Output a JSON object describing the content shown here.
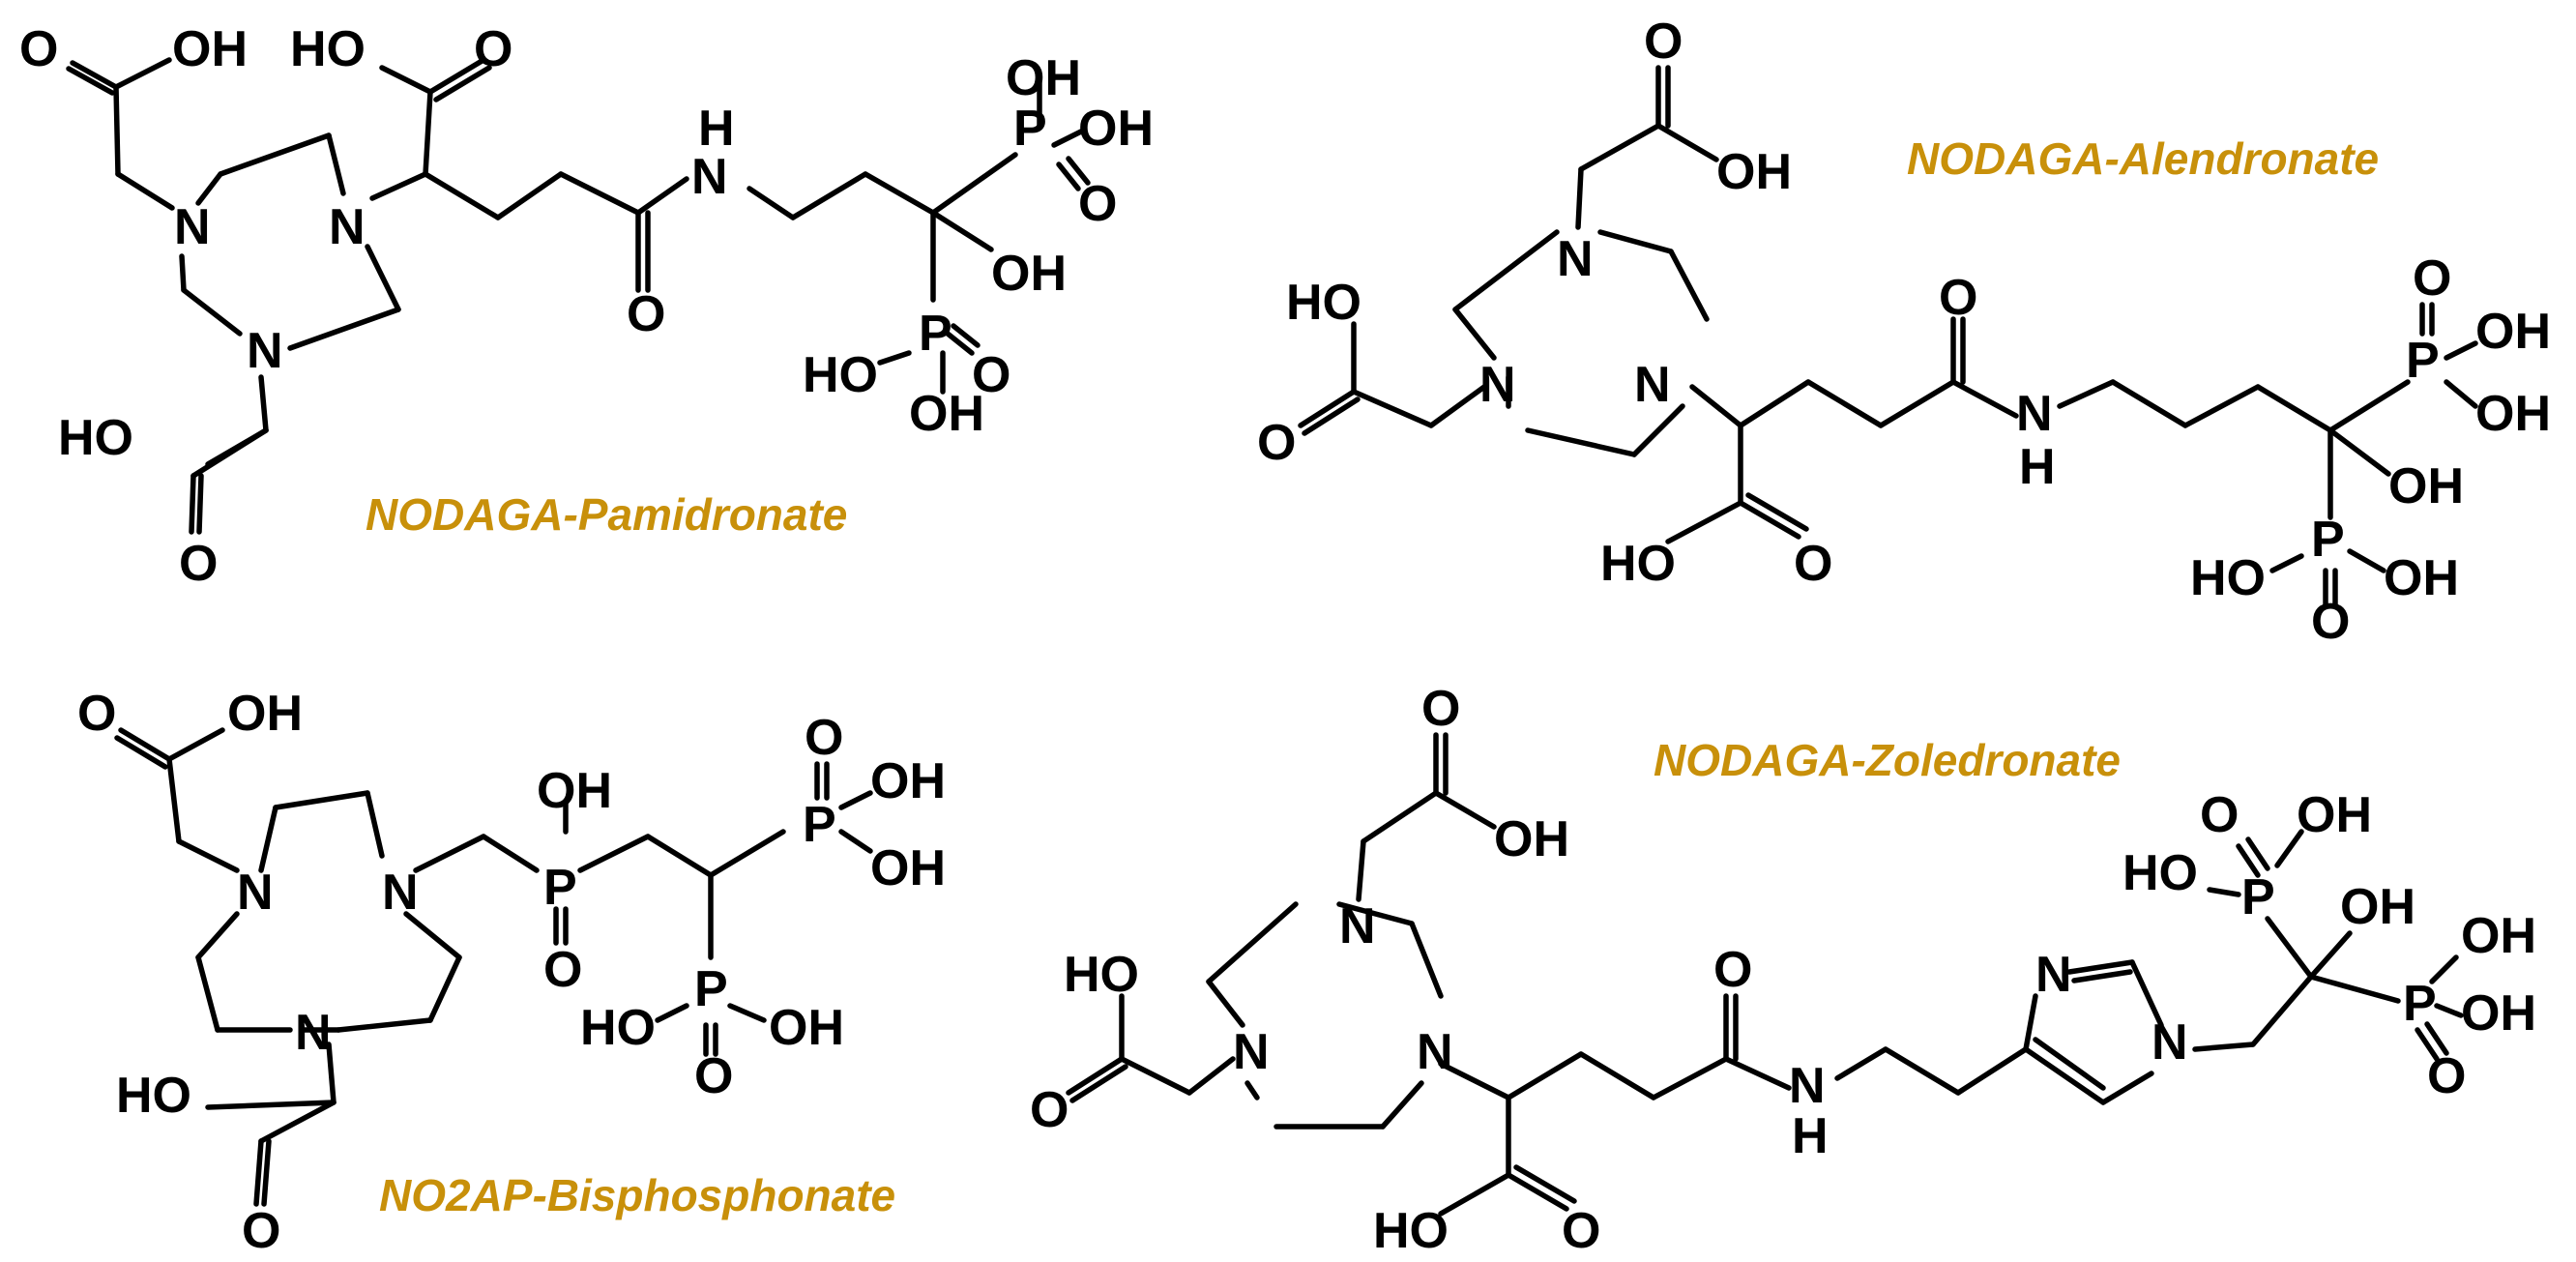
{
  "figure": {
    "accent_color": "#C8900A",
    "structures": [
      {
        "id": "pamidronate",
        "caption": "NODAGA-Pamidronate"
      },
      {
        "id": "alendronate",
        "caption": "NODAGA-Alendronate"
      },
      {
        "id": "bisphosphonate",
        "caption": "NO2AP-Bisphosphonate"
      },
      {
        "id": "zoledronate",
        "caption": "NODAGA-Zoledronate"
      }
    ]
  }
}
